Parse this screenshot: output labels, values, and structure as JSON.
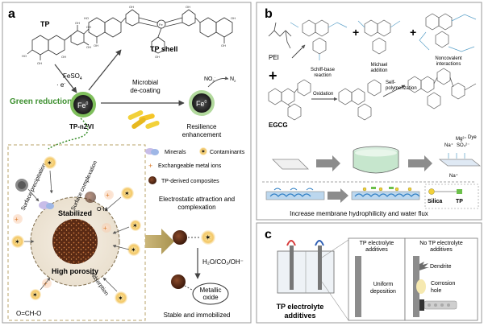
{
  "panel_a": {
    "label": "a",
    "tp_label": "TP",
    "feso4": "FeSO",
    "feso4_sub": "4",
    "electron": "· e",
    "electron_sup": "-",
    "green_reduction": "Green reduction",
    "tp_shell": "TP shell",
    "fe_core": "Fe",
    "fe_core_sup": "0",
    "fe_core2": "Fe",
    "fe_core2_sup": "0",
    "tp_nzvi": "TP-nZVI",
    "microbial_line1": "Microbial",
    "microbial_line2": "de-coating",
    "no3": "NO",
    "no3_sub": "3",
    "no3_sup": "-",
    "n2": "N",
    "n2_sub": "2",
    "resilience_line1": "Resilience",
    "resilience_line2": "enhancement",
    "legend_minerals": "Minerals",
    "legend_contaminants": "Contaminants",
    "legend_metal_ions": "Exchangeable metal ions",
    "legend_composites": "TP-derived composites",
    "surface_precipitation": "Surface precipitation",
    "surface_complexation": "Surface complexation",
    "stabilized": "Stabilized",
    "high_porosity": "High porosity",
    "adsorption": "Adsorption",
    "oh_label": "O-H",
    "formate": "O=CH-O",
    "electrostatic_line1": "Electrostatic attraction and",
    "electrostatic_line2": "complexation",
    "reaction_conditions": "H₂O/CO₂/OH⁻",
    "metallic_line1": "Metallic",
    "metallic_line2": "oxide",
    "stable": "Stable and immobilized"
  },
  "panel_b": {
    "label": "b",
    "pei": "PEI",
    "schiff_line1": "Schiff-base",
    "schiff_line2": "reaction",
    "michael_line1": "Michael",
    "michael_line2": "addition",
    "noncovalent_line1": "Noncovalent",
    "noncovalent_line2": "interactions",
    "oxidation": "Oxidation",
    "selfpoly_line1": "Self-",
    "selfpoly_line2": "polymerization",
    "egcg": "EGCG",
    "mg": "Mg²⁺",
    "dye": "Dye",
    "na1": "Na⁺",
    "so4": "SO₄²⁻",
    "na2": "Na⁺",
    "silica": "Silica",
    "tp": "TP",
    "caption": "Increase membrane hydrophilicity and water flux"
  },
  "panel_c": {
    "label": "c",
    "device_line1": "TP electrolyte",
    "device_line2": "additives",
    "with_line1": "TP electrolyte",
    "with_line2": "additives",
    "without_line1": "No TP electrolyte",
    "without_line2": "additives",
    "uniform_line1": "Uniform",
    "uniform_line2": "deposition",
    "dendrite": "Dendrite",
    "corrosion_line1": "Corrosion",
    "corrosion_line2": "hole"
  },
  "colors": {
    "frame": "#9a9a9a",
    "green_text": "#3c8f2e",
    "tan_dash": "#b8a36a",
    "big_arrow": "#b9a467",
    "membrane_blue": "#2f7fc4"
  }
}
